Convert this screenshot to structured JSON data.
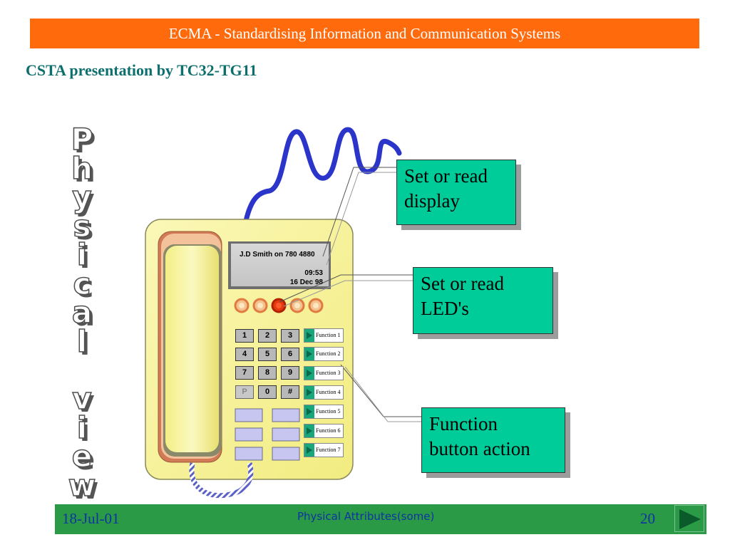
{
  "header": {
    "title": "ECMA - Standardising Information and Communication Systems"
  },
  "subtitle": "CSTA presentation by TC32-TG11",
  "vertical_title": [
    "P",
    "h",
    "y",
    "s",
    "i",
    "c",
    "a",
    "l",
    " ",
    "v",
    "i",
    "e",
    "w"
  ],
  "phone": {
    "display_name_line": "J.D Smith on 780 4880",
    "display_time": "09:53",
    "display_date": "16 Dec 98",
    "keys": [
      "1",
      "2",
      "3",
      "4",
      "5",
      "6",
      "7",
      "8",
      "9",
      "P",
      "0",
      "#"
    ],
    "functions": [
      "Function 1",
      "Function 2",
      "Function 3",
      "Function 4",
      "Function 5",
      "Function 6",
      "Function 7"
    ]
  },
  "callouts": {
    "display": "Set or read\ndisplay",
    "leds": "Set or read\nLED's",
    "function": "Function\nbutton action"
  },
  "footer": {
    "date": "18-Jul-01",
    "center": "Physical Attributes(some)",
    "page": "20"
  },
  "colors": {
    "header": "#ff6a0d",
    "footer": "#2a9a47",
    "callout": "#00cc99",
    "subtitle": "#0d6e6e",
    "phone_body": "#f7f290",
    "cord": "#2b35c9"
  },
  "icons": {
    "next": "next-triangle-icon"
  }
}
